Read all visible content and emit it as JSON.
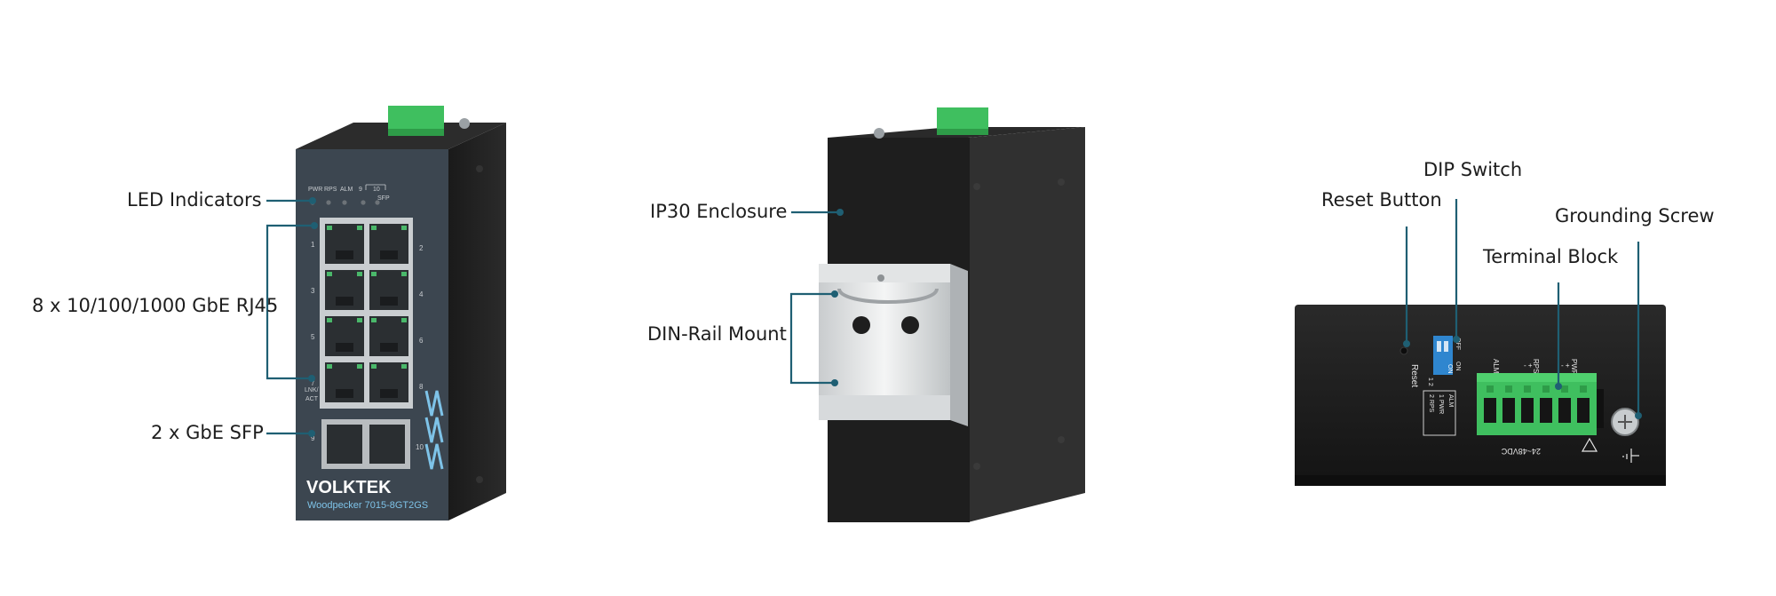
{
  "callouts": {
    "led_indicators": "LED Indicators",
    "rj45_ports": "8 x 10/100/1000 GbE RJ45",
    "sfp_ports": "2 x GbE SFP",
    "ip30_enclosure": "IP30 Enclosure",
    "din_rail_mount": "DIN-Rail Mount",
    "reset_button": "Reset Button",
    "dip_switch": "DIP Switch",
    "grounding_screw": "Grounding Screw",
    "terminal_block": "Terminal Block"
  },
  "front_panel": {
    "led_labels": [
      "PWR",
      "RPS",
      "ALM",
      "9",
      "10"
    ],
    "sfp_led_label": "SFP",
    "link_act_line1": "LNK/",
    "link_act_line2": "ACT",
    "port_numbers_left": [
      "1",
      "3",
      "5",
      "7"
    ],
    "port_numbers_right": [
      "2",
      "4",
      "6",
      "8"
    ],
    "sfp_numbers": [
      "9",
      "10"
    ],
    "brand": "VOLKTEK",
    "model": "Woodpecker 7015-8GT2GS"
  },
  "top_panel": {
    "reset_label": "Reset",
    "dip_off": "OFF",
    "dip_on_label": "ON",
    "dip_on_side": "ON",
    "dip_numbers": "1 2",
    "legend_rows": [
      "ALM",
      "1 PWR",
      "2 RPS"
    ],
    "terminal_labels": [
      "ALM",
      "RPS",
      "PWR"
    ],
    "terminal_polarity": [
      "- +",
      "- +"
    ],
    "voltage": "24~48VDC"
  },
  "colors": {
    "callout_line": "#1f5f73",
    "enclosure": "#232323",
    "front_face": "#3c4650",
    "terminal_green": "#3fbf5f",
    "dip_blue": "#2f86cf",
    "brand_blue": "#7ec3e8"
  }
}
